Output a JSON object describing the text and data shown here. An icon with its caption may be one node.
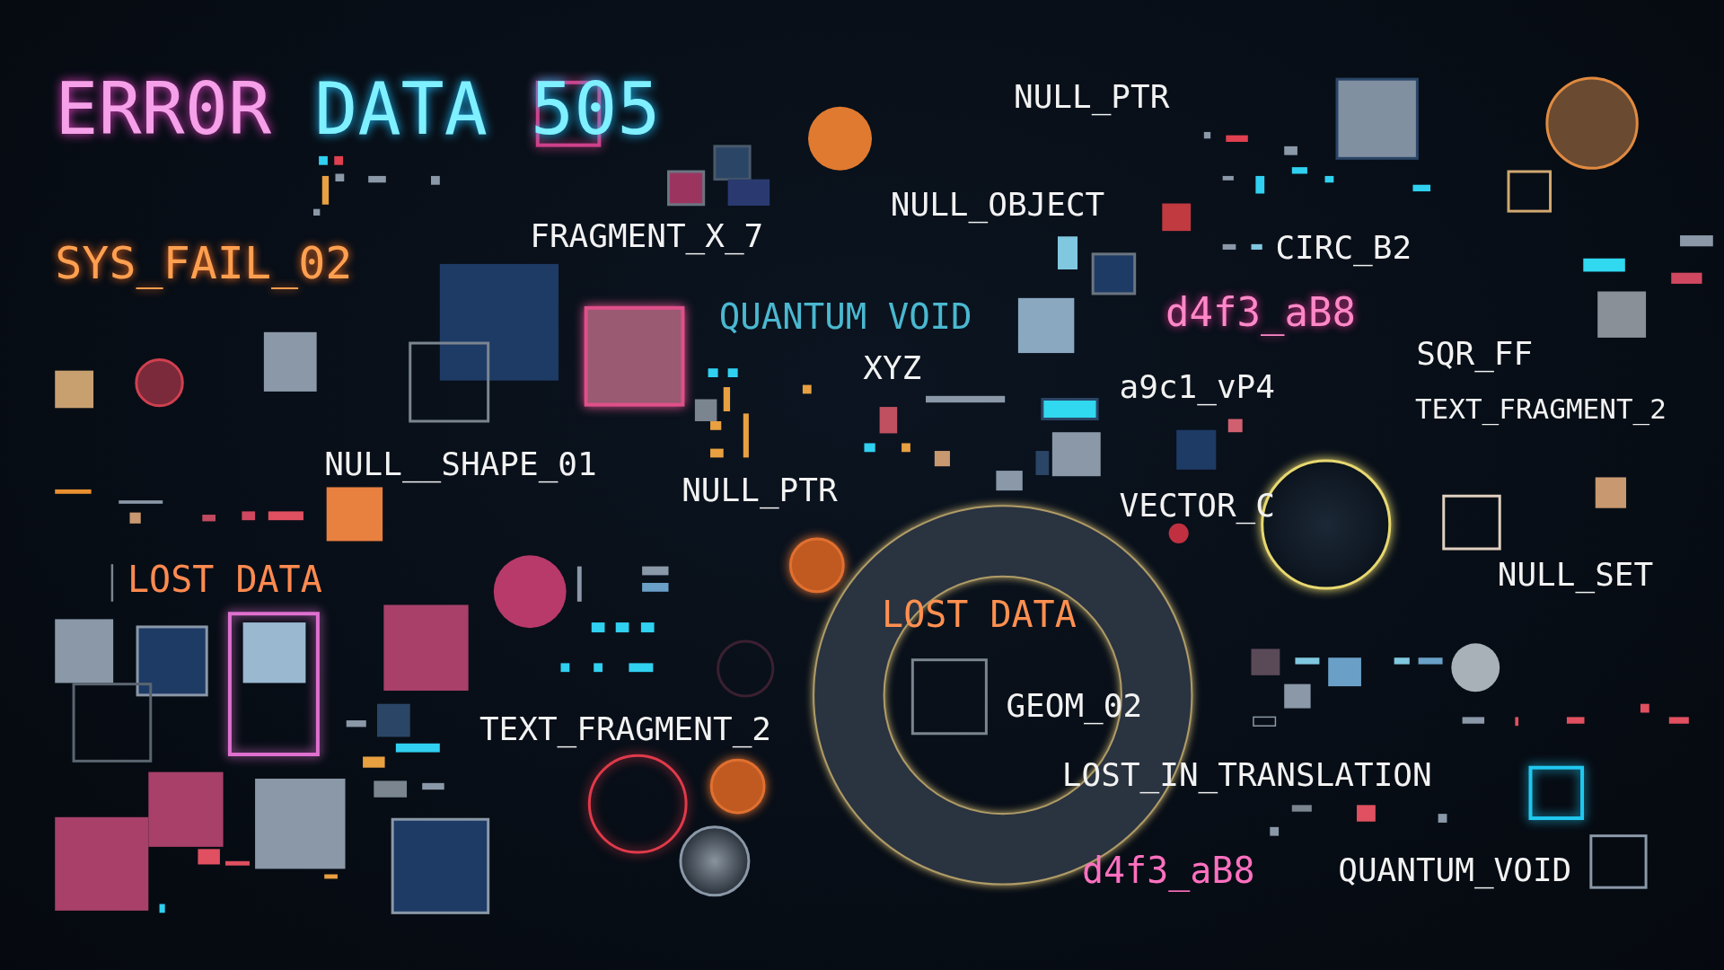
{
  "diagram": {
    "title": "ERR0R DATA 505",
    "labels": [
      "NULL_PTR",
      "NULL_OBJECT",
      "FRAGMENT_X_7",
      "SYS_FAIL_02",
      "CIRC_B2",
      "d4f3_aB8",
      "QUANTUM VOID",
      "SQR_FF",
      "XYZ",
      "a9c1_vP4",
      "TEXT_FRAGMENT_2",
      "NULL__SHAPE_01",
      "NULL_PTR",
      "VECTOR_C",
      "LOST DATA",
      "NULL_SET",
      "LOST DATA",
      "GEOM_02",
      "TEXT_FRAGMENT_2",
      "LOST_IN_TRANSLATION",
      "d4f3_aB8",
      "QUANTUM_VOID"
    ]
  }
}
